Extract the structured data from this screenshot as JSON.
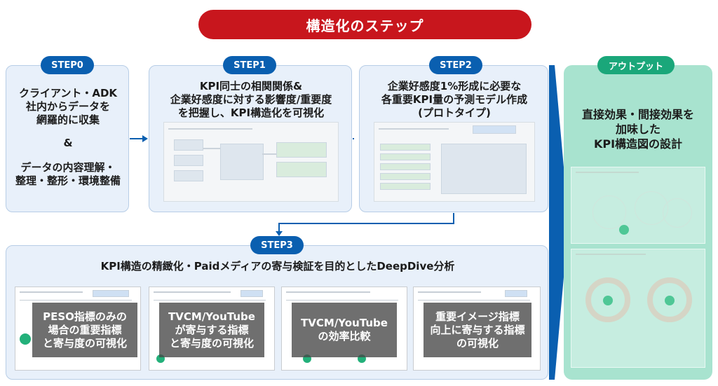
{
  "title": "構造化のステップ",
  "step0": {
    "label": "STEP0",
    "line1": "クライアント・ADK",
    "line2": "社内からデータを",
    "line3": "網羅的に収集",
    "amp": "&",
    "line4": "データの内容理解・",
    "line5": "整理・整形・環境整備"
  },
  "step1": {
    "label": "STEP1",
    "line1": "KPI同士の相関関係&",
    "line2": "企業好感度に対する影響度/重要度",
    "line3": "を把握し、KPI構造化を可視化"
  },
  "step2": {
    "label": "STEP2",
    "line1": "企業好感度1%形成に必要な",
    "line2": "各重要KPI量の予測モデル作成",
    "line3": "(プロトタイプ)"
  },
  "step3": {
    "label": "STEP3",
    "heading": "KPI構造の精緻化・Paidメディアの寄与検証を目的としたDeepDive分析",
    "cards": [
      {
        "line1": "PESO指標のみの",
        "line2": "場合の重要指標",
        "line3": "と寄与度の可視化"
      },
      {
        "line1": "TVCM/YouTube",
        "line2": "が寄与する指標",
        "line3": "と寄与度の可視化"
      },
      {
        "line1": "TVCM/YouTube",
        "line2": "の効率比較",
        "line3": ""
      },
      {
        "line1": "重要イメージ指標",
        "line2": "向上に寄与する指標",
        "line3": "の可視化"
      }
    ]
  },
  "output": {
    "label": "アウトプット",
    "line1": "直接効果・間接効果を",
    "line2": "加味した",
    "line3": "KPI構造図の設計"
  },
  "colors": {
    "title_red": "#c8161d",
    "step_blue": "#0a5fb0",
    "output_green": "#1aa77a",
    "output_bg": "#a8e3cf"
  }
}
